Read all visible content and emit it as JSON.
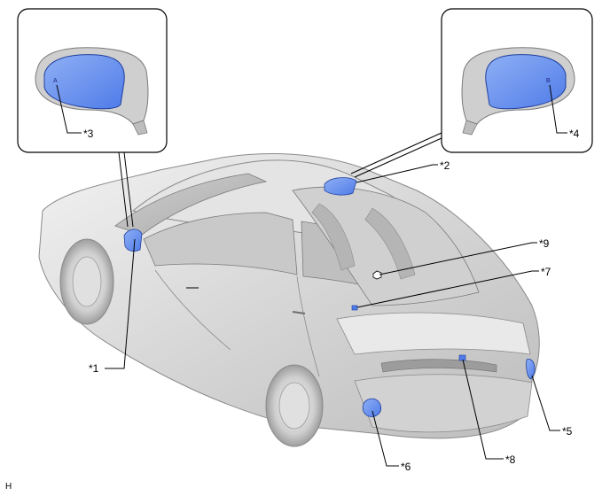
{
  "callouts": {
    "c1": "*1",
    "c2": "*2",
    "c3": "*3",
    "c4": "*4",
    "c5": "*5",
    "c6": "*6",
    "c7": "*7",
    "c8": "*8",
    "c9": "*9"
  },
  "mirror_marks": {
    "left": "A",
    "right": "B"
  },
  "corner_label": "H",
  "colors": {
    "highlight": "#4f7be8",
    "highlight_light": "#8fb0f5",
    "body_gray": "#d9d9d9",
    "outline": "#000000"
  }
}
